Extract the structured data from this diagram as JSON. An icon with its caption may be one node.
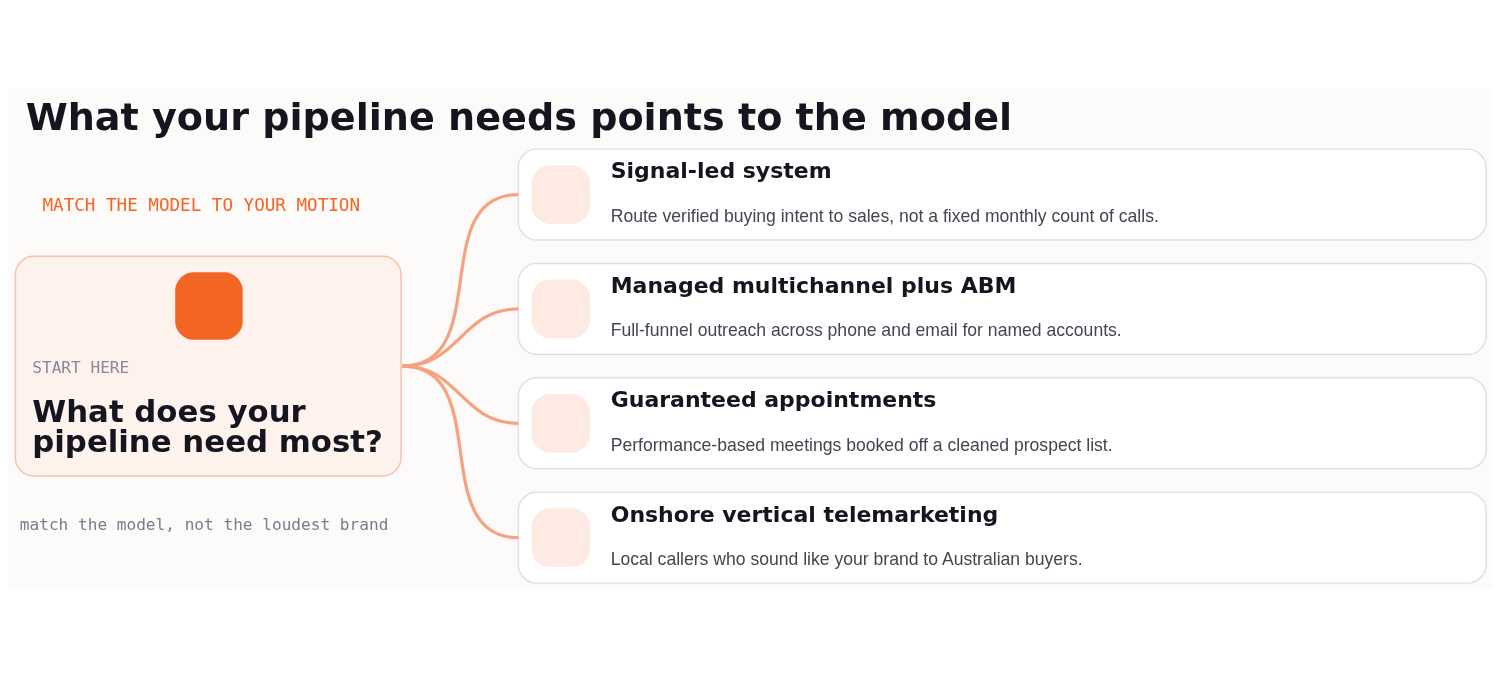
{
  "diagram": {
    "title": "What your pipeline needs points to the model",
    "nodes": [
      {
        "text": [
          "START HERE",
          "What does your pipeline need most?"
        ]
      },
      {
        "text": [
          "Signal-led system",
          "Route verified buying intent to sales, not a fixed monthly count of calls."
        ]
      },
      {
        "text": [
          "Managed multichannel plus ABM",
          "Full-funnel outreach across phone and email for named accounts."
        ]
      },
      {
        "text": [
          "Guaranteed appointments",
          "Performance-based meetings booked off a cleaned prospect list."
        ]
      },
      {
        "text": [
          "Onshore vertical telemarketing",
          "Local callers who sound like your brand to Australian buyers."
        ]
      }
    ],
    "edges": [
      {
        "from": 0,
        "to": 1,
        "arrow": "none"
      },
      {
        "from": 0,
        "to": 2,
        "arrow": "none"
      },
      {
        "from": 0,
        "to": 3,
        "arrow": "none"
      },
      {
        "from": 0,
        "to": 4,
        "arrow": "none"
      }
    ],
    "labels": [
      "MATCH THE MODEL TO YOUR MOTION",
      "match the model, not the loudest brand"
    ]
  }
}
